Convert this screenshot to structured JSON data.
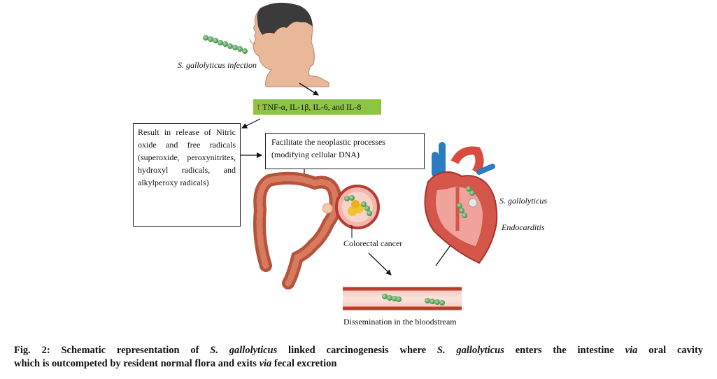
{
  "labels": {
    "infection": "S. gallolyticus infection",
    "cytokines": "TNF-α, IL-1β, IL-6, and IL-8",
    "release_box": "Result in release of Nitric oxide and free radicals (superoxide, peroxynitrites, hydroxyl radicals, and alkylperoxy radicals)",
    "neoplastic_box": "Facilitate the neoplastic processes (modifying cellular DNA)",
    "colorectal": "Colorectal cancer",
    "s_gallolyticus": "S. gallolyticus",
    "endocarditis": "Endocarditis",
    "bloodstream": "Dissemination in the bloodstream"
  },
  "caption": {
    "prefix": "Fig. 2: Schematic representation of ",
    "species1": "S. gallolyticus",
    "mid1": " linked carcinogenesis where ",
    "species2": "S. gallolyticus",
    "mid2": " enters the intestine ",
    "via1": "via",
    "mid3": " oral cavity",
    "line2a": "which is outcompeted by resident normal flora and exits ",
    "via2": "via",
    "line2b": " fecal excretion"
  },
  "colors": {
    "cytokine_bg": "#8dc543",
    "up_arrow": "#d0021b",
    "bacteria": "#5fa866",
    "vessel": "#c0392b",
    "intestine": "#b5533c",
    "heart": "#d4554a"
  },
  "icons": [
    "head-silhouette-icon",
    "bacteria-chain-icon",
    "intestine-icon",
    "tumor-icon",
    "heart-icon",
    "blood-vessel-icon",
    "up-arrow-icon"
  ]
}
